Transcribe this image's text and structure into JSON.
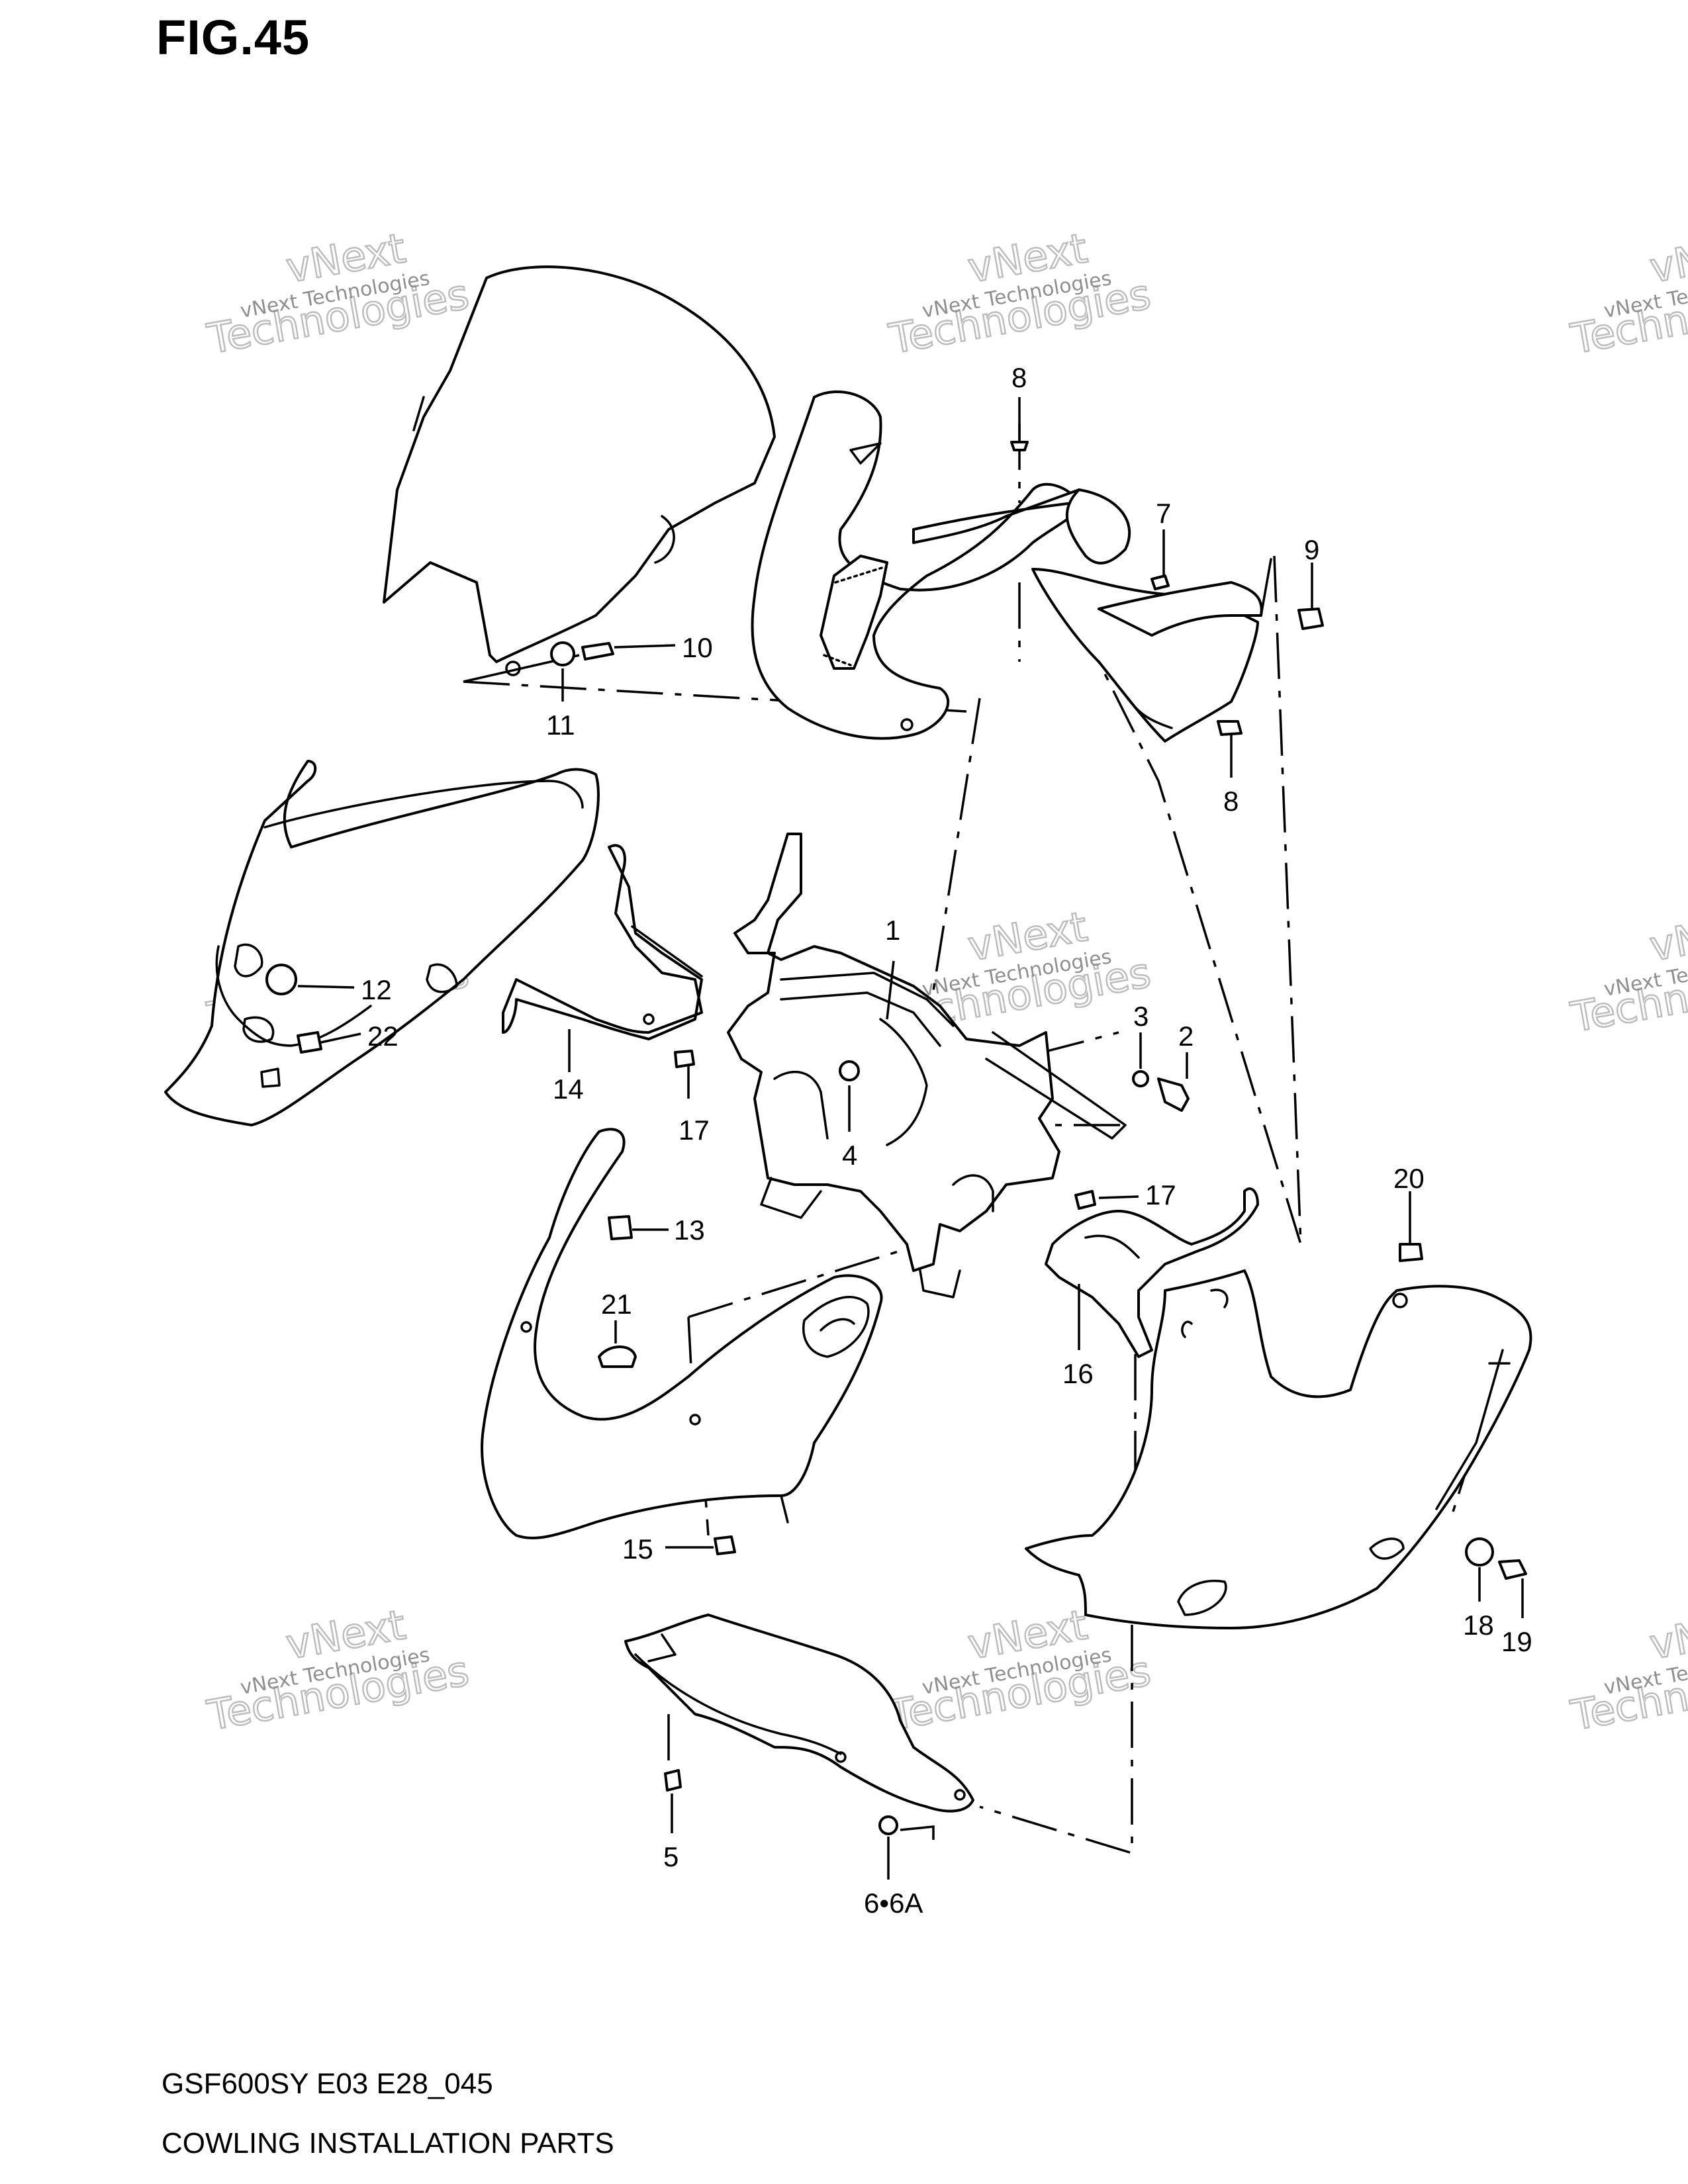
{
  "figure_title": "FIG.45",
  "model_code": "GSF600SY  E03  E28_045",
  "caption": "COWLING INSTALLATION PARTS",
  "watermark": {
    "small": "vNext Technologies",
    "big_top": "vNext",
    "big_bottom": "Technologies"
  },
  "callouts": [
    "1",
    "2",
    "3",
    "4",
    "5",
    "6•6A",
    "7",
    "8",
    "8",
    "9",
    "10",
    "11",
    "12",
    "13",
    "14",
    "15",
    "16",
    "17",
    "17",
    "18",
    "19",
    "20",
    "21",
    "22"
  ]
}
